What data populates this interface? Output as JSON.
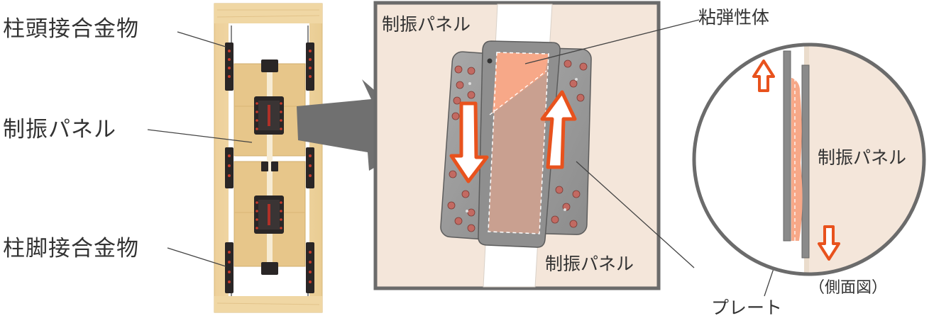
{
  "labels": {
    "column_head_metal": "柱頭接合金物",
    "damping_panel_left": "制振パネル",
    "column_foot_metal": "柱脚接合金物",
    "panel_top": "制振パネル",
    "panel_bottom": "制振パネル",
    "viscoelastic": "粘弾性体",
    "panel_side": "制振パネル",
    "side_view": "（側面図）",
    "plate": "プレート"
  },
  "colors": {
    "wood_light": "#f3dcae",
    "wood_dark": "#e8c888",
    "bracket": "#2a2626",
    "bolt_red": "#c73a2a",
    "panel_bg": "#f4e6da",
    "frame_gray": "#6b6b6b",
    "plate_gray": "#9a9a9a",
    "plate_dark": "#7e7e7e",
    "viscoelastic_fill": "#f7a888",
    "damper_core": "#c9a090",
    "arrow_orange": "#e8521d",
    "arrow_big": "#707070",
    "leader": "#444444"
  }
}
